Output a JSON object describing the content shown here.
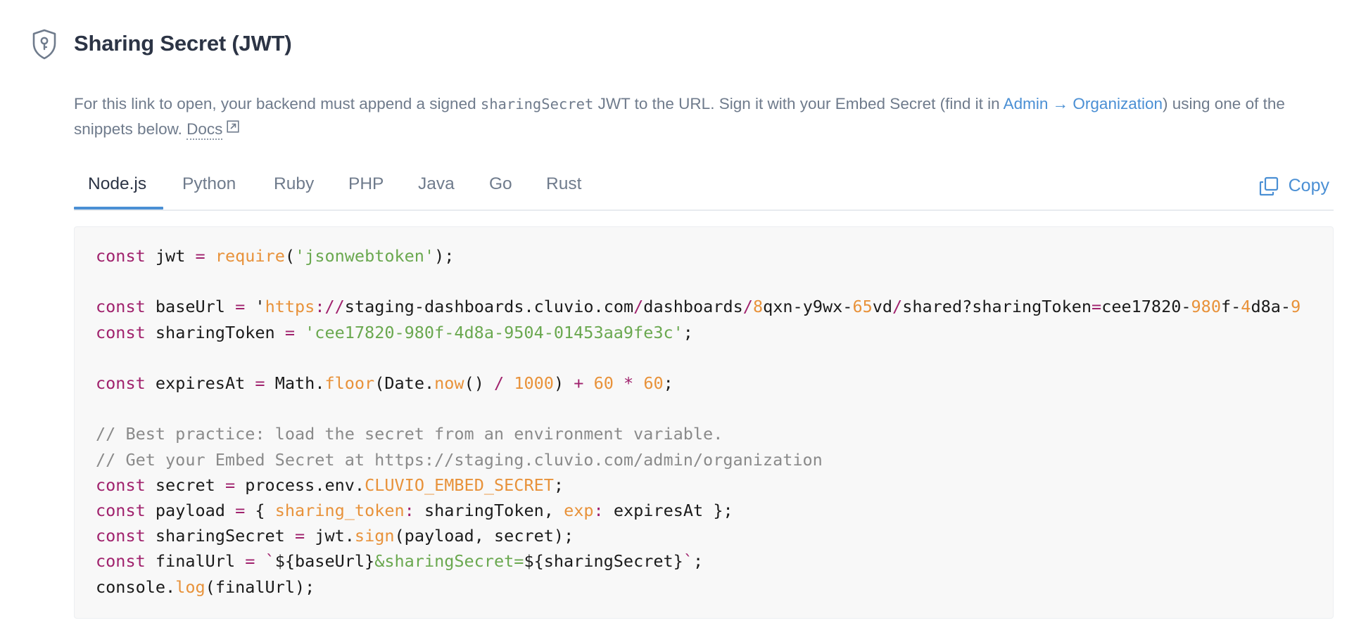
{
  "header": {
    "title": "Sharing Secret (JWT)",
    "icon": "shield-key-icon"
  },
  "description": {
    "part1": "For this link to open, your backend must append a signed ",
    "code_term": "sharingSecret",
    "part2": " JWT to the URL. Sign it with your Embed Secret (find it in ",
    "admin_link": "Admin → Organization",
    "part3": ") using one of the snippets below. ",
    "docs_link": "Docs"
  },
  "tabs": [
    {
      "label": "Node.js",
      "active": true
    },
    {
      "label": "Python",
      "active": false
    },
    {
      "label": "Ruby",
      "active": false
    },
    {
      "label": "PHP",
      "active": false
    },
    {
      "label": "Java",
      "active": false
    },
    {
      "label": "Go",
      "active": false
    },
    {
      "label": "Rust",
      "active": false
    }
  ],
  "copy_button": {
    "label": "Copy",
    "icon": "copy-icon"
  },
  "code": {
    "language": "Node.js",
    "lines": [
      "const jwt = require('jsonwebtoken');",
      "",
      "const baseUrl = 'https://staging-dashboards.cluvio.com/dashboards/8qxn-y9wx-65vd/shared?sharingToken=cee17820-980f-4d8a-9",
      "const sharingToken = 'cee17820-980f-4d8a-9504-01453aa9fe3c';",
      "",
      "const expiresAt = Math.floor(Date.now() / 1000) + 60 * 60;",
      "",
      "// Best practice: load the secret from an environment variable.",
      "// Get your Embed Secret at https://staging.cluvio.com/admin/organization",
      "const secret = process.env.CLUVIO_EMBED_SECRET;",
      "const payload = { sharing_token: sharingToken, exp: expiresAt };",
      "const sharingSecret = jwt.sign(payload, secret);",
      "const finalUrl = `${baseUrl}&sharingSecret=${sharingSecret}`;",
      "console.log(finalUrl);"
    ]
  },
  "colors": {
    "accent": "#4a8fd4",
    "keyword": "#a0226d",
    "string": "#6aa84f",
    "function": "#e8923a",
    "comment": "#8a8a8a"
  }
}
